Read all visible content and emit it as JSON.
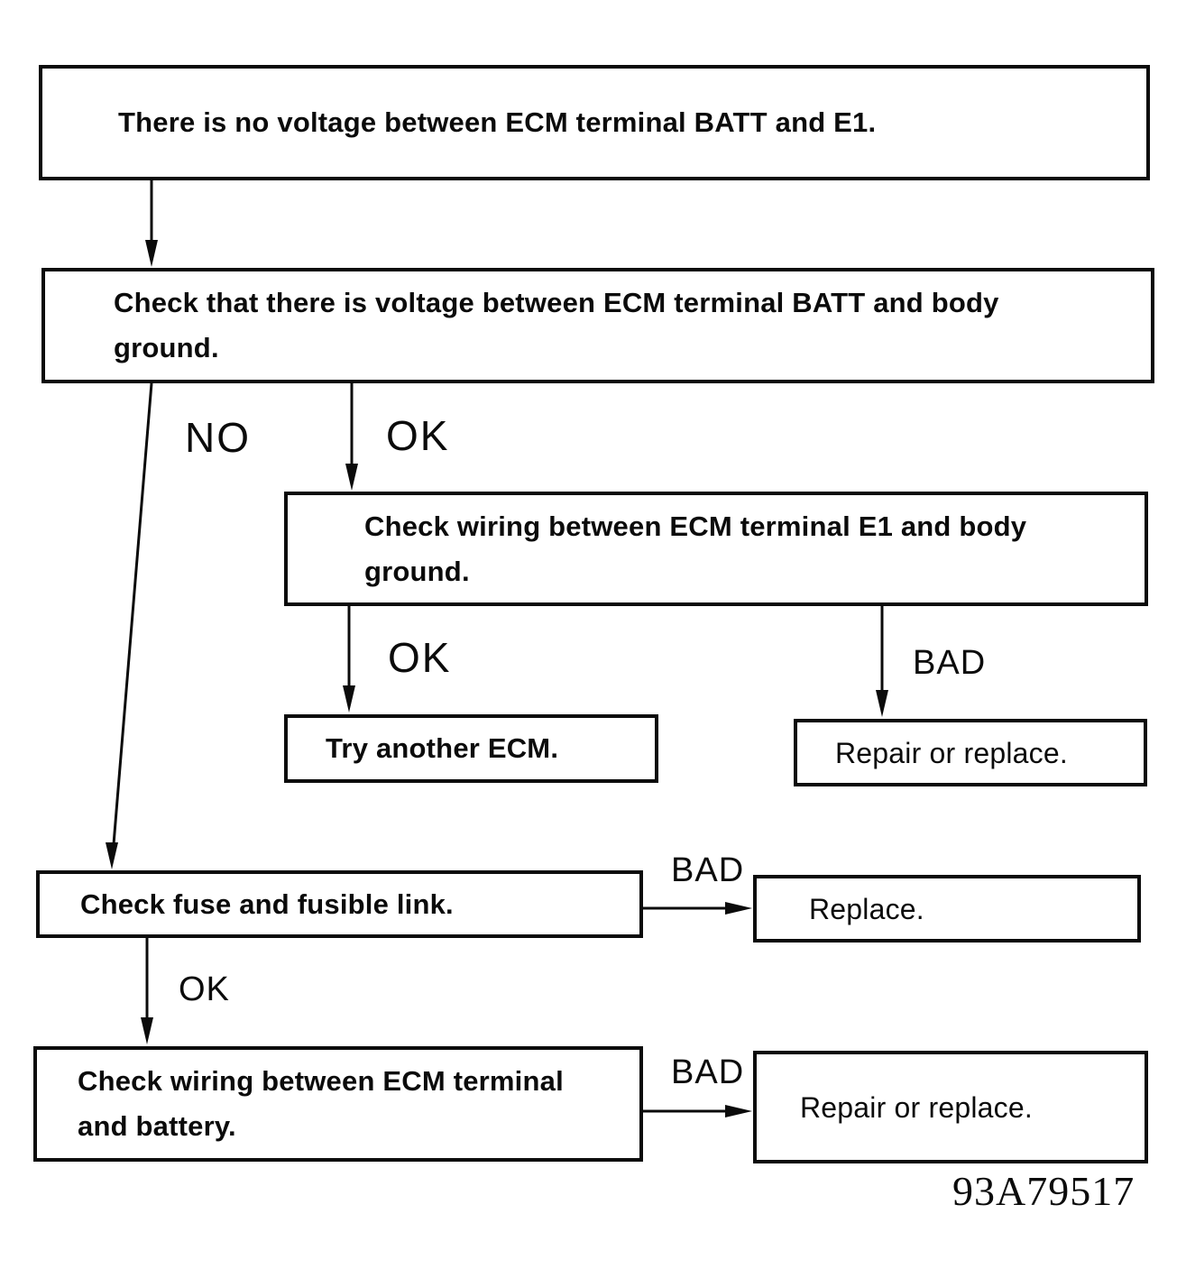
{
  "diagram": {
    "type": "troubleshooting-flowchart",
    "figure_code": "93A79517",
    "colors": {
      "ink": "#0b0b0b",
      "paper": "#ffffff"
    },
    "nodes": {
      "start": {
        "lines": [
          "There is no voltage between ECM terminal BATT and E1."
        ]
      },
      "check_batt_body_ground": {
        "lines": [
          "Check that there is voltage between ECM terminal BATT and body",
          "ground."
        ]
      },
      "check_wiring_e1": {
        "lines": [
          "Check wiring between ECM terminal E1 and body",
          "ground."
        ]
      },
      "try_another_ecm": {
        "lines": [
          "Try another ECM."
        ]
      },
      "repair_or_replace_top": {
        "lines": [
          "Repair or replace."
        ]
      },
      "check_fuse": {
        "lines": [
          "Check fuse and fusible link."
        ]
      },
      "replace": {
        "lines": [
          "Replace."
        ]
      },
      "check_wiring_battery": {
        "lines": [
          "Check wiring between ECM terminal",
          "and battery."
        ]
      },
      "repair_or_replace_bottom": {
        "lines": [
          "Repair or replace."
        ]
      }
    },
    "edges": [
      {
        "from": "start",
        "to": "check_batt_body_ground",
        "label": ""
      },
      {
        "from": "check_batt_body_ground",
        "to": "check_fuse",
        "label": "NO"
      },
      {
        "from": "check_batt_body_ground",
        "to": "check_wiring_e1",
        "label": "OK"
      },
      {
        "from": "check_wiring_e1",
        "to": "try_another_ecm",
        "label": "OK"
      },
      {
        "from": "check_wiring_e1",
        "to": "repair_or_replace_top",
        "label": "BAD"
      },
      {
        "from": "check_fuse",
        "to": "replace",
        "label": "BAD"
      },
      {
        "from": "check_fuse",
        "to": "check_wiring_battery",
        "label": "OK"
      },
      {
        "from": "check_wiring_battery",
        "to": "repair_or_replace_bottom",
        "label": "BAD"
      }
    ]
  }
}
